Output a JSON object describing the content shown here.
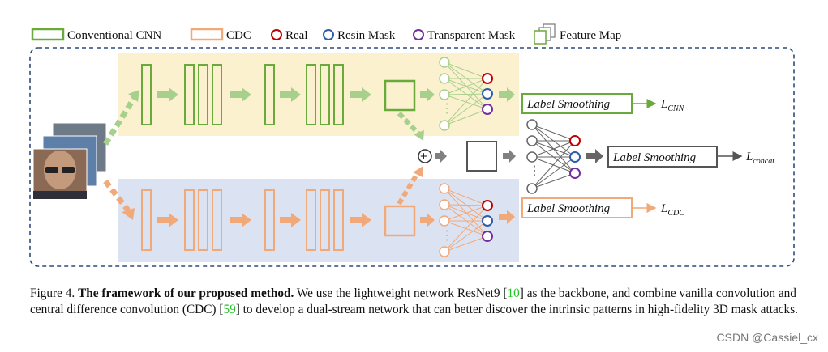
{
  "legend": {
    "conventional_cnn": "Conventional CNN",
    "cdc": "CDC",
    "real": "Real",
    "resin_mask": "Resin Mask",
    "transparent_mask": "Transparent Mask",
    "feature_map": "Feature Map"
  },
  "colors": {
    "cnn_green": "#6aaa3c",
    "cnn_green_light": "#a8d08d",
    "cdc_orange": "#f2a97a",
    "cnn_bg": "#fbf1cf",
    "cdc_bg": "#dbe3f2",
    "real_red": "#c00000",
    "resin_blue": "#2e5ca8",
    "transparent_purple": "#7030a0",
    "concat_gray": "#808080",
    "frame_navy": "#2f4a7d"
  },
  "labels": {
    "label_smoothing_cnn": "Label Smoothing",
    "label_smoothing_concat": "Label Smoothing",
    "label_smoothing_cdc": "Label Smoothing",
    "plus": "+",
    "dots": "⋮"
  },
  "losses": {
    "cnn": {
      "main": "L",
      "sub": "CNN"
    },
    "concat": {
      "main": "L",
      "sub": "concat"
    },
    "cdc": {
      "main": "L",
      "sub": "CDC"
    }
  },
  "caption": {
    "prefix": "Figure 4. ",
    "bold": "The framework of our proposed method.",
    "text1": " We use the lightweight network ResNet9 [",
    "cite1": "10",
    "text2": "] as the backbone, and combine vanilla convolution and central difference convolution (CDC) [",
    "cite2": "59",
    "text3": "] to develop a dual-stream network that can better discover the intrinsic patterns in high-fidelity 3D mask attacks."
  },
  "watermark": "CSDN @Cassiel_cx"
}
